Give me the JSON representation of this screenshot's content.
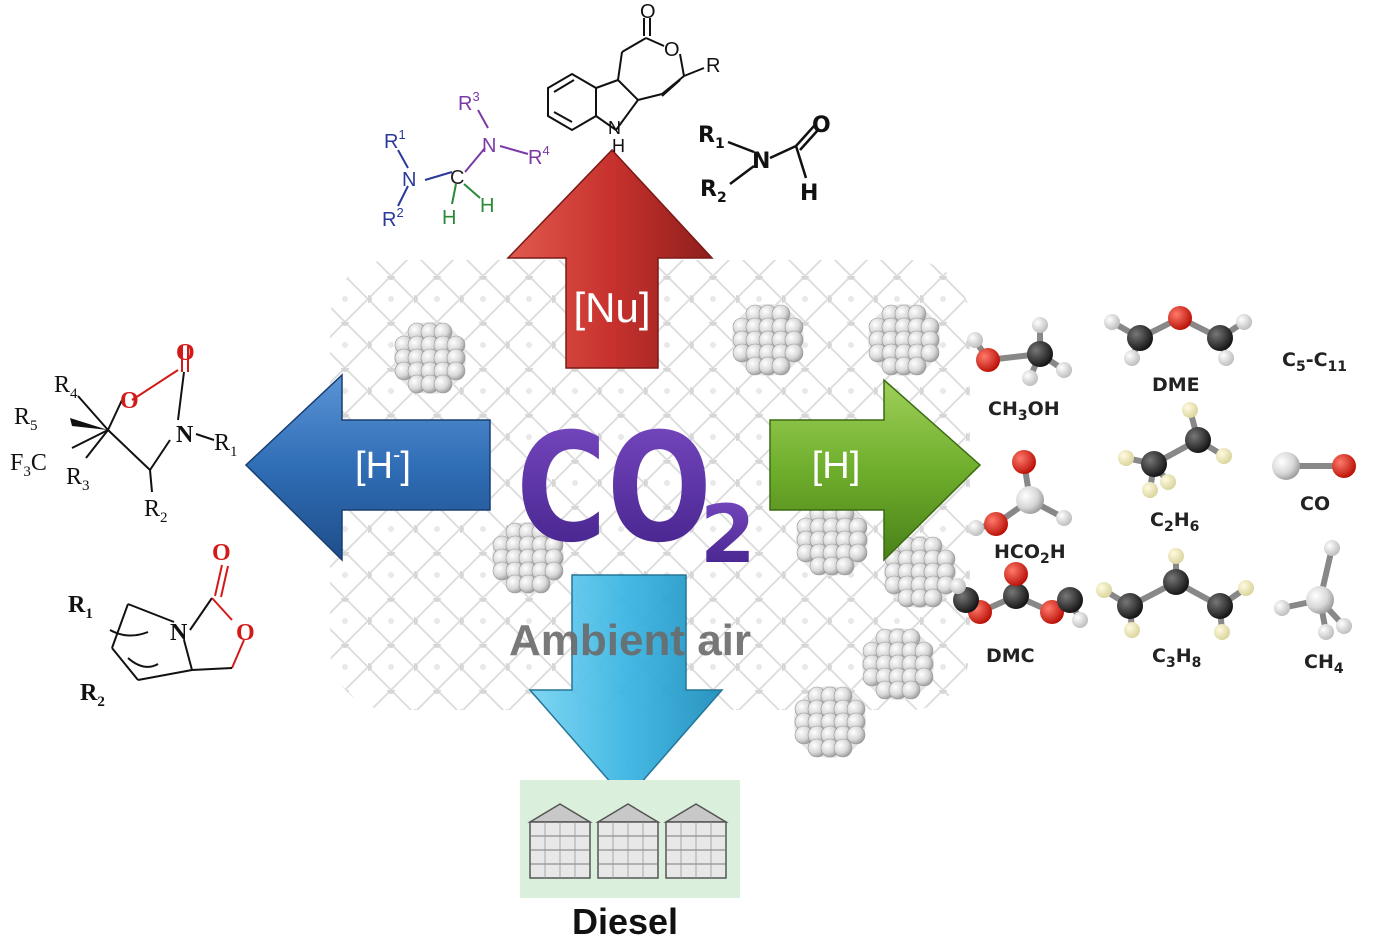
{
  "center": {
    "formula_main": "CO",
    "formula_sub": "2",
    "source_label": "Ambient air"
  },
  "arrows": {
    "up": {
      "label": "[Nu]",
      "color": "#c8322e"
    },
    "left": {
      "label_main": "[H",
      "label_sup": "-",
      "label_end": "]",
      "color": "#2f6db5"
    },
    "right": {
      "label": "[H]",
      "color": "#6fae2c"
    },
    "down": {
      "color": "#3cb6e3"
    }
  },
  "bottom": {
    "product": "Diesel"
  },
  "right_products": [
    {
      "main": "CH",
      "sub": "3",
      "rest": "OH"
    },
    {
      "main": "DME"
    },
    {
      "main": "C",
      "sub": "5",
      "rest": "-C",
      "sub2": "11"
    },
    {
      "main": "HCO",
      "sub": "2",
      "rest": "H"
    },
    {
      "main": "C",
      "sub": "2",
      "rest": "H",
      "sub2": "6"
    },
    {
      "main": "CO"
    },
    {
      "main": "DMC"
    },
    {
      "main": "C",
      "sub": "3",
      "rest": "H",
      "sub2": "8"
    },
    {
      "main": "CH",
      "sub": "4"
    }
  ],
  "structures": {
    "aminal": {
      "r1": "R",
      "r1sup": "1",
      "r2": "R",
      "r2sup": "2",
      "r3": "R",
      "r3sup": "3",
      "r4": "R",
      "r4sup": "4",
      "n": "N",
      "c": "C",
      "h": "H"
    },
    "pyranone": {
      "o": "O",
      "r": "R",
      "nh": "N",
      "h": "H"
    },
    "formamide": {
      "r1": "R",
      "r1sub": "1",
      "r2": "R",
      "r2sub": "2",
      "n": "N",
      "o": "O",
      "h": "H"
    },
    "oxazolidinone1": {
      "r4": "R",
      "r4sub": "4",
      "r5": "R",
      "r5sub": "5",
      "f3c": "F",
      "f3csub": "3",
      "f3cend": "C",
      "r3": "R",
      "r3sub": "3",
      "r1": "R",
      "r1sub": "1",
      "r2": "R",
      "r2sub": "2",
      "o": "O",
      "n": "N"
    },
    "oxazolidinone2": {
      "r1": "R",
      "r1sub": "1",
      "r2": "R",
      "r2sub": "2",
      "o": "O",
      "n": "N"
    }
  }
}
